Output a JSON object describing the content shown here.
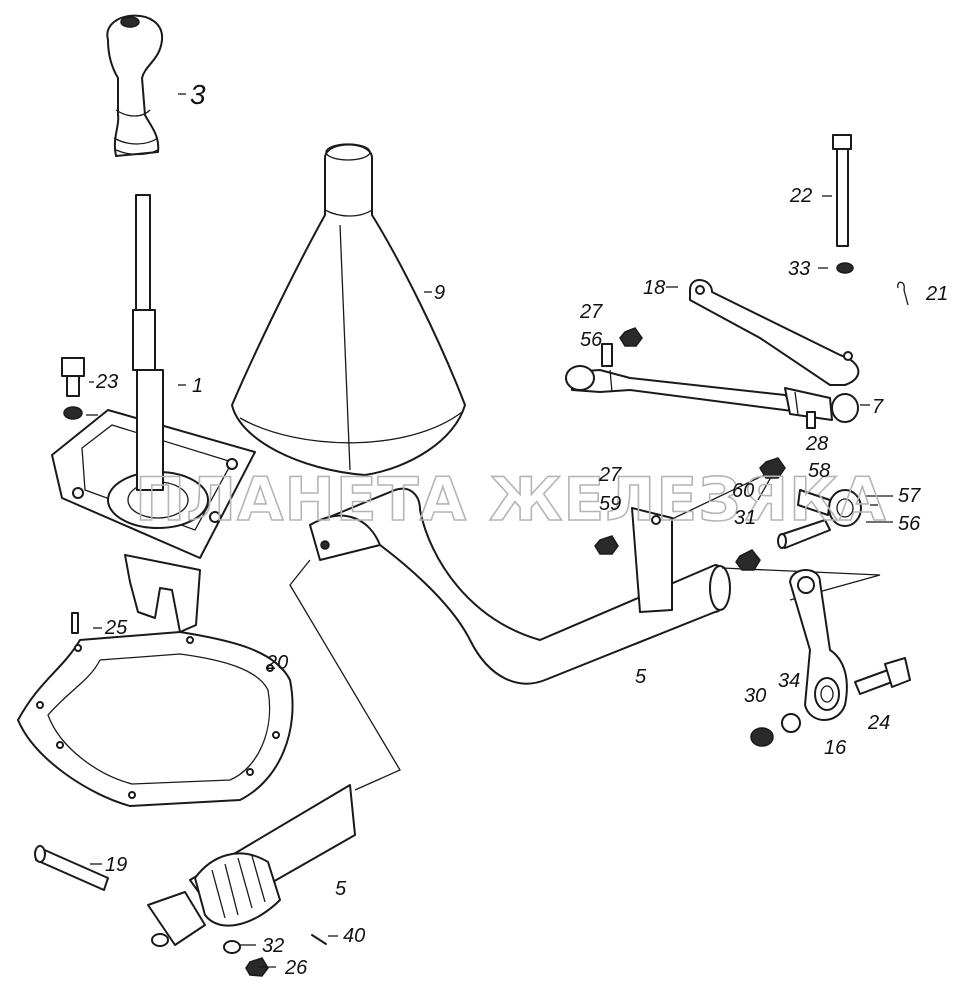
{
  "watermark": "ПЛАНЕТА ЖЕЛЕЗЯКА",
  "callouts": {
    "p1": "1",
    "p3": "3",
    "p5a": "5",
    "p5b": "5",
    "p7": "7",
    "p9": "9",
    "p16": "16",
    "p18": "18",
    "p19": "19",
    "p20": "20",
    "p21": "21",
    "p22": "22",
    "p23": "23",
    "p24": "24",
    "p25": "25",
    "p26": "26",
    "p27a": "27",
    "p27b": "27",
    "p28": "28",
    "p30": "30",
    "p31": "31",
    "p32": "32",
    "p33": "33",
    "p34": "34",
    "p40": "40",
    "p56a": "56",
    "p56b": "56",
    "p57": "57",
    "p58": "58",
    "p59": "59",
    "p60": "60"
  }
}
